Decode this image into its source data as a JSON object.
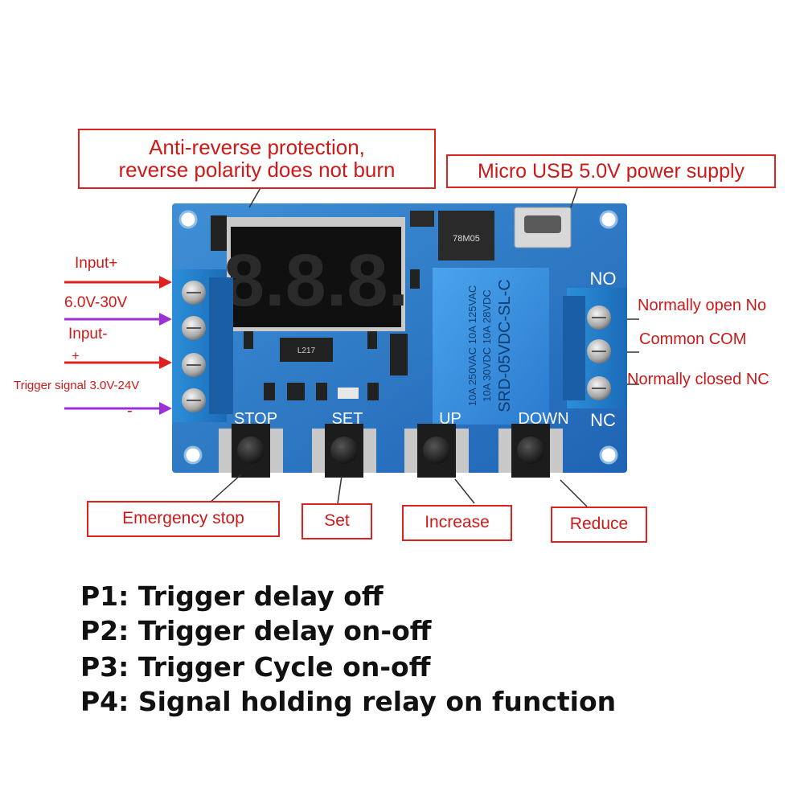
{
  "callouts": {
    "anti_reverse": "Anti-reverse protection,\nreverse polarity does not burn",
    "usb_power": "Micro USB 5.0V power supply",
    "emergency_stop": "Emergency stop",
    "set": "Set",
    "increase": "Increase",
    "reduce": "Reduce"
  },
  "left_labels": {
    "input_plus": "Input+",
    "voltage_range": "6.0V-30V",
    "input_minus": "Input-",
    "trigger_plus": "+",
    "trigger_signal": "Trigger signal 3.0V-24V",
    "trigger_minus": "-"
  },
  "right_labels": {
    "normally_open": "Normally open No",
    "common": "Common COM",
    "normally_closed": "Normally closed NC"
  },
  "board": {
    "display": "8.8.8.",
    "relay_lines": [
      "10A 250VAC  10A 125VAC",
      "10A 30VDC  10A 28VDC",
      "SRD-05VDC-SL-C"
    ],
    "btn_stop": "STOP",
    "btn_set": "SET",
    "btn_up": "UP",
    "btn_down": "DOWN",
    "no": "NO",
    "nc": "NC",
    "regulator": "78M05",
    "chip": "L217"
  },
  "functions": [
    "P1: Trigger delay off",
    "P2: Trigger delay on-off",
    "P3: Trigger Cycle on-off",
    "P4: Signal holding relay on function"
  ]
}
